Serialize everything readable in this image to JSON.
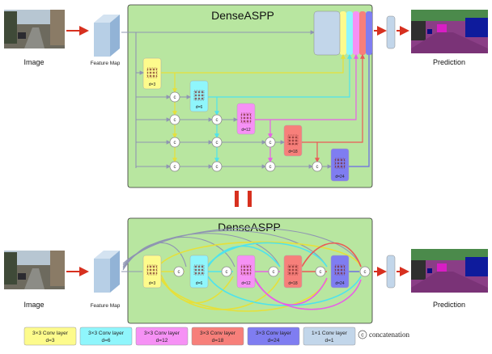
{
  "top": {
    "title": "DenseASPP",
    "input_caption": "Image",
    "feature_caption": "Feature Map",
    "output_caption": "Prediction",
    "blocks": [
      {
        "label": "d=3",
        "color": "#fdfb8c"
      },
      {
        "label": "d=6",
        "color": "#8ff6fc"
      },
      {
        "label": "d=12",
        "color": "#f691f5"
      },
      {
        "label": "d=18",
        "color": "#f77f7a"
      },
      {
        "label": "d=24",
        "color": "#7f7df1"
      }
    ],
    "concat_symbol": "c"
  },
  "bottom": {
    "title": "DenseASPP",
    "input_caption": "Image",
    "feature_caption": "Feature Map",
    "output_caption": "Prediction",
    "blocks": [
      {
        "label": "d=3"
      },
      {
        "label": "d=6"
      },
      {
        "label": "d=12"
      },
      {
        "label": "d=18"
      },
      {
        "label": "d=24"
      }
    ],
    "concat_symbol": "c"
  },
  "legend": [
    {
      "line1": "3×3 Conv layer",
      "line2": "d=3",
      "color": "#fdfb8c"
    },
    {
      "line1": "3×3 Conv layer",
      "line2": "d=6",
      "color": "#8ff6fc"
    },
    {
      "line1": "3×3 Conv layer",
      "line2": "d=12",
      "color": "#f691f5"
    },
    {
      "line1": "3×3 Conv layer",
      "line2": "d=18",
      "color": "#f77f7a"
    },
    {
      "line1": "3×3 Conv layer",
      "line2": "d=24",
      "color": "#7f7df1"
    },
    {
      "line1": "1×1 Conv layer",
      "line2": "d=1",
      "color": "#c2d6ea"
    }
  ],
  "legend_concat": {
    "symbol": "c",
    "label": "concatenation"
  },
  "colors": {
    "panel_bg": "#b8e6a0",
    "feature_map": "#b7cfe6",
    "arrow_red": "#d7301f",
    "gray_line": "#8f95b2"
  },
  "icons": {
    "equals": "equals-icon",
    "street_photo": "street-photo",
    "segmentation": "segmentation-map"
  }
}
